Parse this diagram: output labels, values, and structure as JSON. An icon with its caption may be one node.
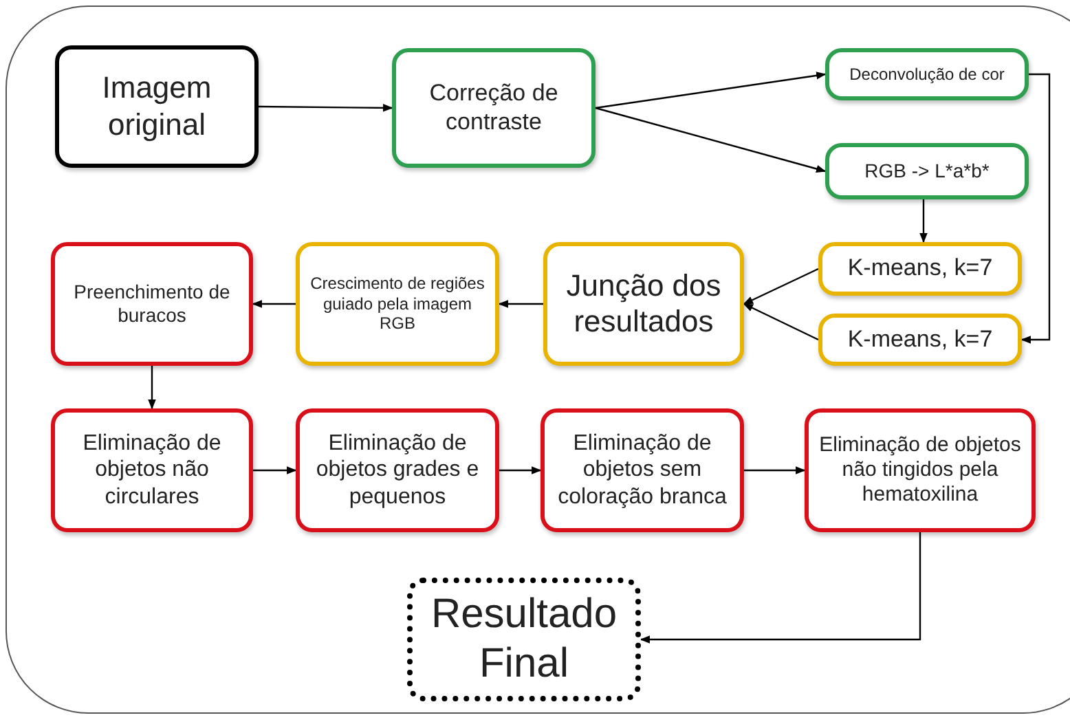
{
  "diagram": {
    "nodes": [
      {
        "text": [
          "Imagem original"
        ]
      },
      {
        "text": [
          "Correção de contraste"
        ]
      },
      {
        "text": [
          "Deconvolução de cor"
        ]
      },
      {
        "text": [
          "RGB -> L*a*b*"
        ]
      },
      {
        "text": [
          "Preenchimento de buracos"
        ]
      },
      {
        "text": [
          "Crescimento de regiões guiado pela imagem RGB"
        ]
      },
      {
        "text": [
          "Junção dos resultados"
        ]
      },
      {
        "text": [
          "K-means, k=7"
        ]
      },
      {
        "text": [
          "K-means, k=7"
        ]
      },
      {
        "text": [
          "Eliminação de objetos não circulares"
        ]
      },
      {
        "text": [
          "Eliminação de objetos grades e pequenos"
        ]
      },
      {
        "text": [
          "Eliminação de objetos sem coloração branca"
        ]
      },
      {
        "text": [
          "Eliminação de objetos não tingidos pela hematoxilina"
        ]
      },
      {
        "text": [
          "Resultado Final"
        ]
      }
    ],
    "edges": [
      {
        "from": 0,
        "to": 1,
        "arrow": "to"
      },
      {
        "from": 1,
        "to": 2,
        "arrow": "to"
      },
      {
        "from": 1,
        "to": 3,
        "arrow": "to"
      },
      {
        "from": 3,
        "to": 7,
        "arrow": "to"
      },
      {
        "from": 2,
        "to": 8,
        "arrow": "to"
      },
      {
        "from": 7,
        "to": 6,
        "arrow": "to"
      },
      {
        "from": 8,
        "to": 6,
        "arrow": "to"
      },
      {
        "from": 6,
        "to": 5,
        "arrow": "to"
      },
      {
        "from": 5,
        "to": 4,
        "arrow": "to"
      },
      {
        "from": 4,
        "to": 9,
        "arrow": "to"
      },
      {
        "from": 9,
        "to": 10,
        "arrow": "to"
      },
      {
        "from": 10,
        "to": 11,
        "arrow": "to"
      },
      {
        "from": 11,
        "to": 12,
        "arrow": "to"
      },
      {
        "from": 12,
        "to": 13,
        "arrow": "to"
      }
    ]
  }
}
